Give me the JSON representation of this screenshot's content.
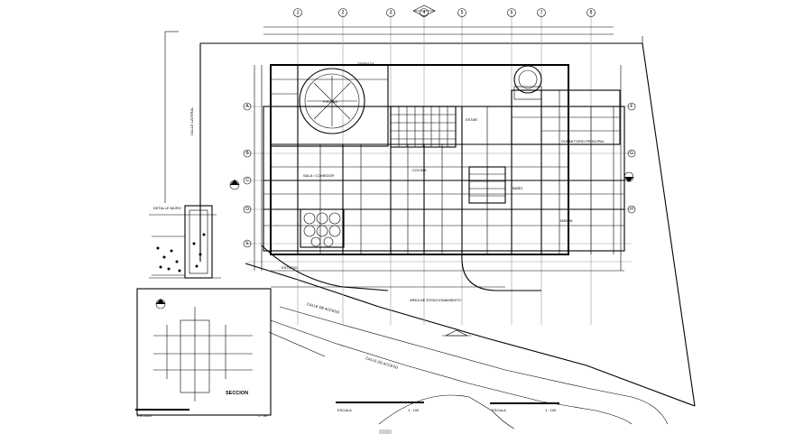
{
  "drawing": {
    "axes_top": [
      "1",
      "2",
      "3",
      "4",
      "5",
      "6",
      "7",
      "8"
    ],
    "axes_side": [
      "A",
      "B",
      "C",
      "D",
      "E",
      "F",
      "G",
      "H"
    ],
    "labels": {
      "street_side": "CALLE LATERAL",
      "street_front": "CALLE DE ACCESO",
      "street_front_2": "CALLE DE ACCESO",
      "pool": "PISCINA",
      "room_a": "SALA / COMEDOR",
      "room_b": "COCINA",
      "room_c": "DORMITORIO PRINCIPAL",
      "room_d": "ESTAR",
      "room_e": "TERRAZA",
      "room_f": "JARDIN",
      "room_g": "AREA DE ESTACIONAMIENTO",
      "room_h": "BAÑO",
      "room_i": "ESTUDIO",
      "detail_wall": "DETALLE MURO",
      "detail_section": "SECCION",
      "scale_1": "ESCALA",
      "scale_2": "ESCALA",
      "scale_3": "ESCALA",
      "scale_val_1": "1 : 50",
      "scale_val_2": "1 : 100",
      "scale_val_3": "1 : 100"
    }
  }
}
